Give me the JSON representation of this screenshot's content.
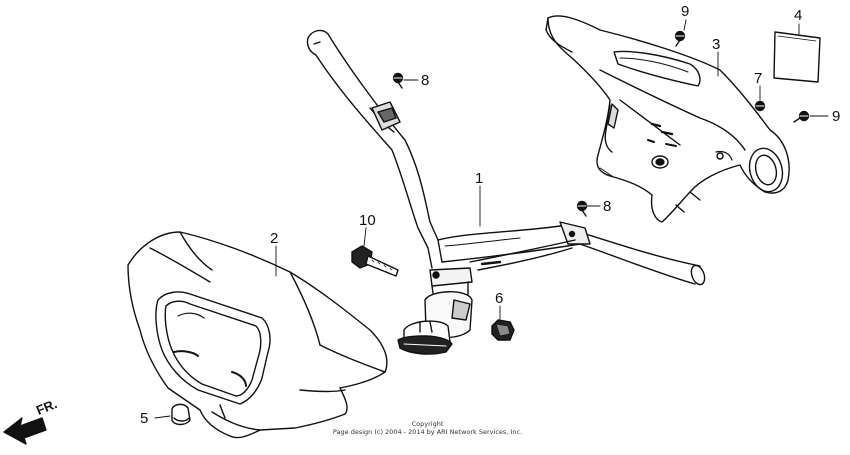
{
  "callouts": {
    "c1": "1",
    "c2": "2",
    "c3": "3",
    "c4": "4",
    "c5": "5",
    "c6": "6",
    "c7": "7",
    "c8a": "8",
    "c8b": "8",
    "c9a": "9",
    "c9b": "9",
    "c10": "10"
  },
  "direction_label": "FR.",
  "copyright": {
    "line1": "Copyright",
    "line2": "Page design (c) 2004 - 2014 by ARI Network Services, Inc."
  },
  "colors": {
    "line": "#111111",
    "background": "#ffffff"
  }
}
